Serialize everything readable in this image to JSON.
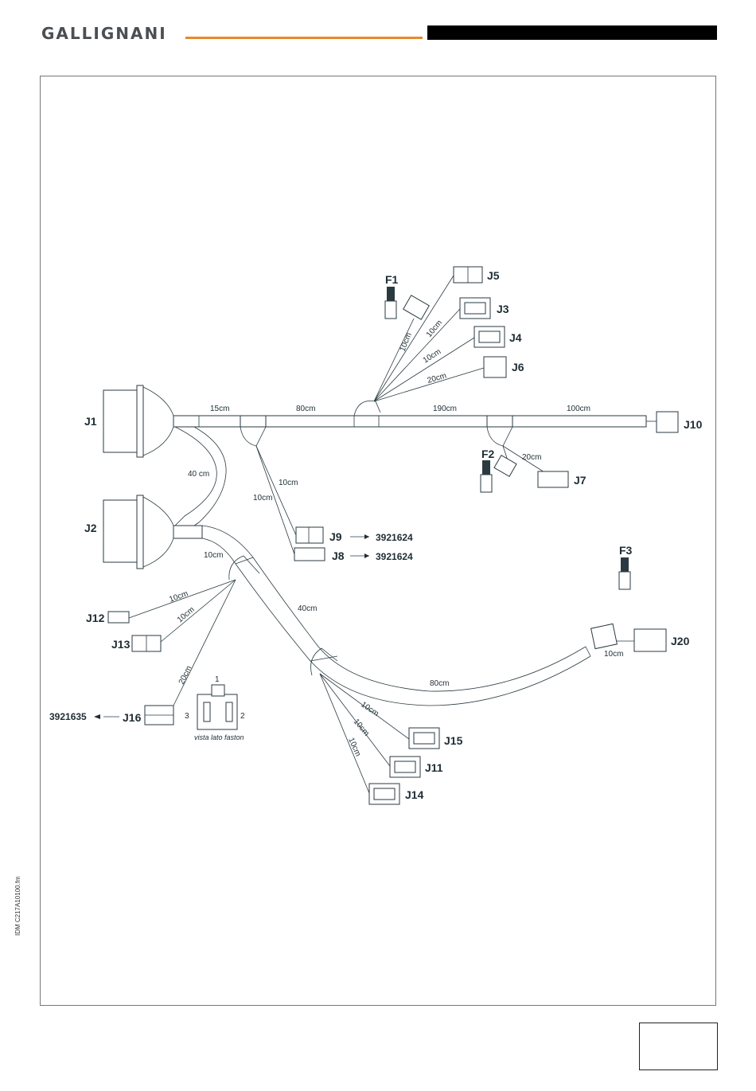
{
  "header": {
    "brand": "GALLIGNANI",
    "accent_color": "#e8892a",
    "bar_color": "#000000"
  },
  "side_note": "IDM  C217A10100.fm",
  "diagram": {
    "connectors": {
      "J1": "J1",
      "J2": "J2",
      "J3": "J3",
      "J4": "J4",
      "J5": "J5",
      "J6": "J6",
      "J7": "J7",
      "J8": "J8",
      "J9": "J9",
      "J10": "J10",
      "J11": "J11",
      "J12": "J12",
      "J13": "J13",
      "J14": "J14",
      "J15": "J15",
      "J16": "J16",
      "J20": "J20",
      "F1": "F1",
      "F2": "F2",
      "F3": "F3"
    },
    "lengths": {
      "main_15": "15cm",
      "main_80": "80cm",
      "main_190": "190cm",
      "main_100": "100cm",
      "j1_j2": "40 cm",
      "j9": "10cm",
      "j8": "10cm",
      "f1": "10cm",
      "j3": "10cm",
      "j4": "10cm",
      "j6": "20cm",
      "j7": "20cm",
      "j2_branch": "10cm",
      "j12": "10cm",
      "j13": "10cm",
      "j16": "20cm",
      "lower_40": "40cm",
      "lower_80": "80cm",
      "j20": "10cm",
      "j15": "10cm",
      "j11": "10cm",
      "j14": "10cm"
    },
    "part_numbers": {
      "j9": "3921624",
      "j8": "3921624",
      "j16": "3921635"
    },
    "faston": {
      "pin1": "1",
      "pin2": "2",
      "pin3": "3",
      "caption": "vista lato faston"
    }
  }
}
